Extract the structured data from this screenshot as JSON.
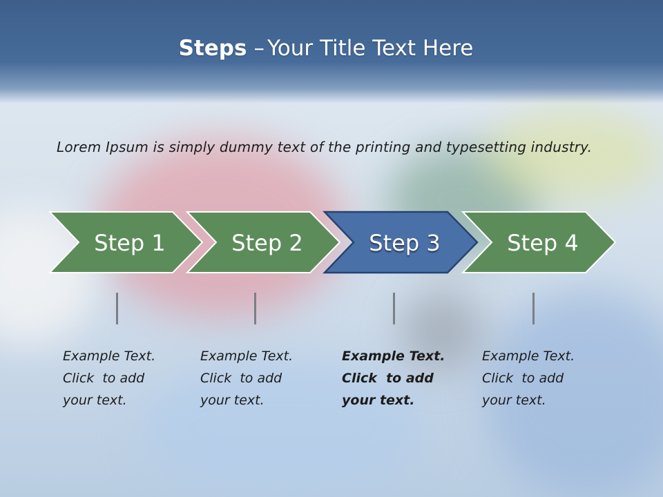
{
  "title": {
    "bold": "Steps",
    "separator": "–",
    "rest": "Your Title Text Here"
  },
  "intro": "Lorem Ipsum is simply dummy text of the printing and typesetting industry.",
  "colors": {
    "green": "#5d8c5b",
    "blue": "#4a70a8",
    "title_band": "#476c9a"
  },
  "steps": [
    {
      "label": "Step 1",
      "lines": [
        "Example Text.",
        "Click  to add",
        "your text."
      ],
      "active": false
    },
    {
      "label": "Step 2",
      "lines": [
        "Example Text.",
        "Click  to add",
        "your text."
      ],
      "active": false
    },
    {
      "label": "Step 3",
      "lines": [
        "Example Text.",
        "Click  to add",
        "your text."
      ],
      "active": true
    },
    {
      "label": "Step 4",
      "lines": [
        "Example Text.",
        "Click  to add",
        "your text."
      ],
      "active": false
    }
  ]
}
